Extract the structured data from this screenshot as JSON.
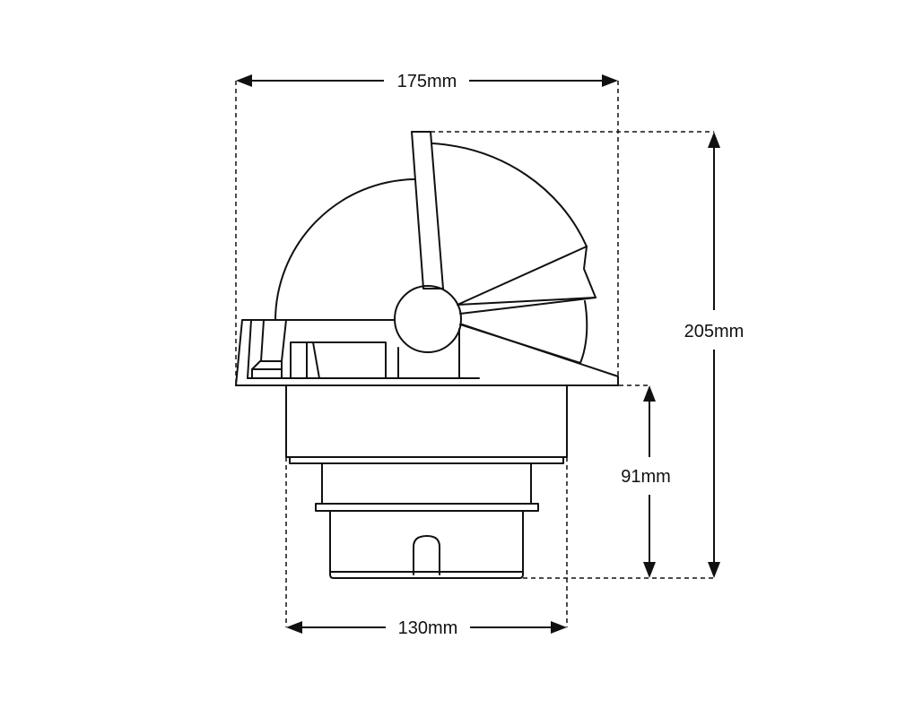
{
  "dimensions": {
    "overall_width": "175mm",
    "overall_height": "205mm",
    "below_deck_height": "91mm",
    "base_width": "130mm"
  },
  "colors": {
    "stroke": "#111111",
    "background": "#ffffff"
  }
}
